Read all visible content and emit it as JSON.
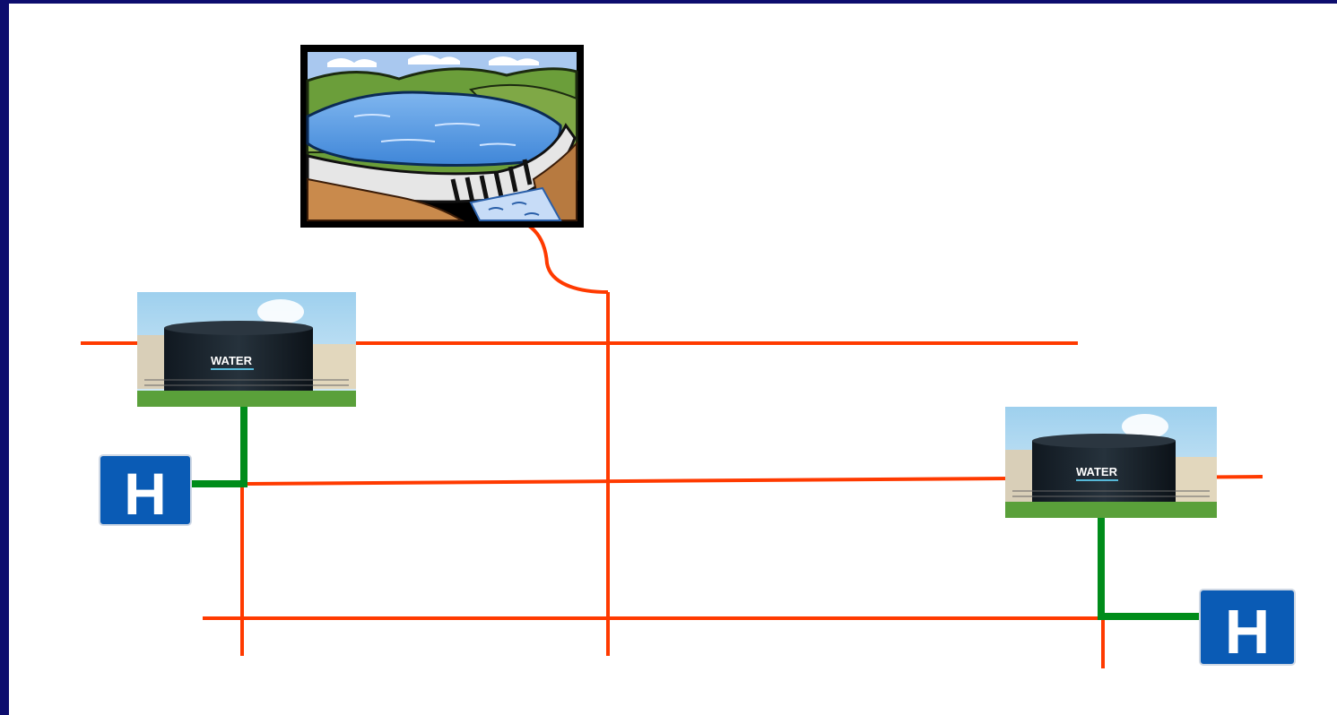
{
  "diagram": {
    "colors": {
      "frame": "#0d0d6e",
      "background": "#ffffff",
      "water_main": "#ff3a00",
      "service_line": "#008c1a",
      "hospital_sign": "#0a5bb5"
    },
    "nodes": {
      "reservoir": {
        "icon": "reservoir-dam-icon"
      },
      "water_tower_1": {
        "label": "WATER",
        "icon": "water-tank-icon"
      },
      "water_tower_2": {
        "label": "WATER",
        "icon": "water-tank-icon"
      },
      "hospital_1": {
        "letter": "H",
        "icon": "hospital-sign-icon"
      },
      "hospital_2": {
        "letter": "H",
        "icon": "hospital-sign-icon"
      }
    }
  }
}
